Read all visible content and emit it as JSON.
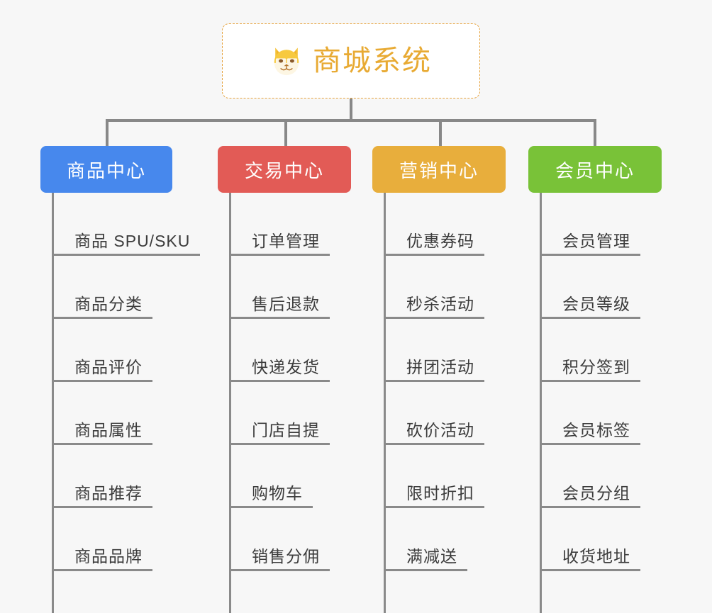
{
  "diagram": {
    "type": "mindmap",
    "background_color": "#f7f7f7",
    "root": {
      "title": "商城系统",
      "icon": "shiba-dog-icon",
      "text_color": "#e8aa33",
      "border_color": "#e6a23c",
      "background_color": "#ffffff"
    },
    "connector_color": "#888888",
    "branches": [
      {
        "label": "商品中心",
        "color": "#4788ed",
        "items": [
          "商品 SPU/SKU",
          "商品分类",
          "商品评价",
          "商品属性",
          "商品推荐",
          "商品品牌"
        ]
      },
      {
        "label": "交易中心",
        "color": "#e25b56",
        "items": [
          "订单管理",
          "售后退款",
          "快递发货",
          "门店自提",
          "购物车",
          "销售分佣"
        ]
      },
      {
        "label": "营销中心",
        "color": "#e8ae3c",
        "items": [
          "优惠券码",
          "秒杀活动",
          "拼团活动",
          "砍价活动",
          "限时折扣",
          "满减送"
        ]
      },
      {
        "label": "会员中心",
        "color": "#79c238",
        "items": [
          "会员管理",
          "会员等级",
          "积分签到",
          "会员标签",
          "会员分组",
          "收货地址"
        ]
      }
    ]
  }
}
